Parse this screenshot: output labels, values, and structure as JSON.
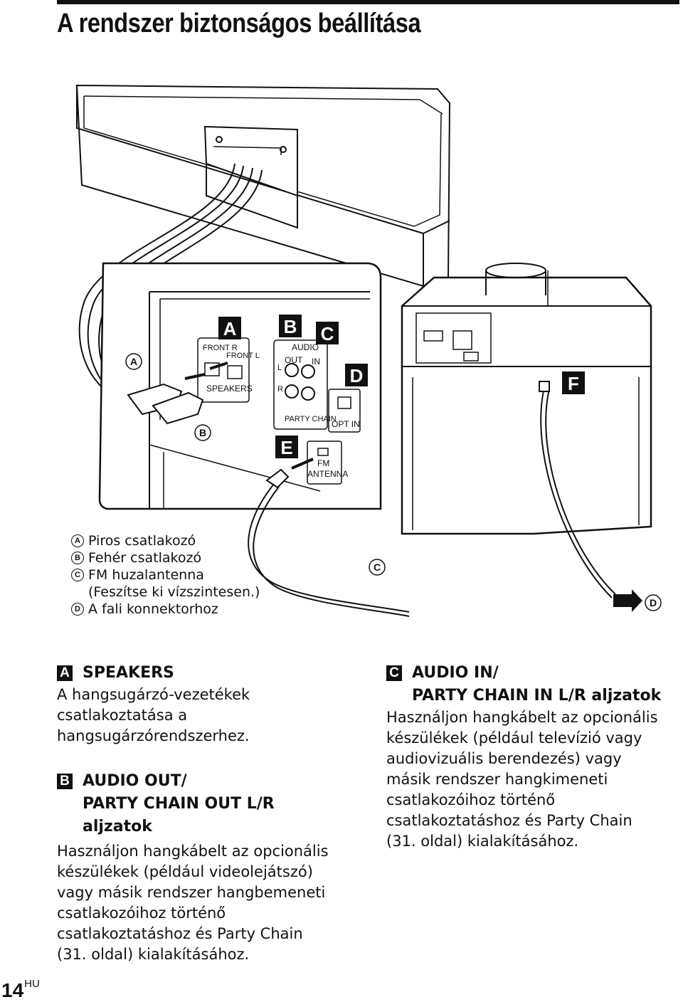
{
  "title": "A rendszer biztonságos beállítása",
  "diagram": {
    "callout_letters": [
      "A",
      "B",
      "C",
      "D",
      "E",
      "F"
    ],
    "circle_markers": [
      "A",
      "B",
      "C",
      "D"
    ],
    "panel_labels": {
      "front_r": "FRONT R",
      "front_l": "FRONT L",
      "speakers": "SPEAKERS",
      "audio": "AUDIO",
      "out": "OUT",
      "in": "IN",
      "l": "L",
      "r": "R",
      "party_chain": "PARTY CHAIN",
      "opt_in": "OPT IN",
      "fm": "FM",
      "antenna": "ANTENNA"
    }
  },
  "legend": [
    {
      "marker": "A",
      "text": "Piros csatlakozó"
    },
    {
      "marker": "B",
      "text": "Fehér csatlakozó"
    },
    {
      "marker": "C",
      "text": "FM huzalantenna"
    },
    {
      "marker": "",
      "text": "(Feszítse ki vízszintesen.)"
    },
    {
      "marker": "D",
      "text": "A fali konnektorhoz"
    }
  ],
  "sections": {
    "a": {
      "badge": "A",
      "heading": [
        "SPEAKERS"
      ],
      "body": [
        "A hangsugárzó-vezetékek",
        "csatlakoztatása a",
        "hangsugárzórendszerhez."
      ]
    },
    "b": {
      "badge": "B",
      "heading": [
        "AUDIO OUT/",
        "PARTY CHAIN OUT L/R",
        "aljzatok"
      ],
      "body": [
        "Használjon hangkábelt az opcionális",
        "készülékek (például videolejátszó)",
        "vagy másik rendszer hangbemeneti",
        "csatlakozóihoz történő",
        "csatlakoztatáshoz és Party Chain",
        "(31. oldal) kialakításához."
      ]
    },
    "c": {
      "badge": "C",
      "heading": [
        "AUDIO IN/",
        "PARTY CHAIN IN L/R aljzatok"
      ],
      "body": [
        "Használjon hangkábelt az opcionális",
        "készülékek (például televízió vagy",
        "audiovizuális berendezés) vagy",
        "másik rendszer hangkimeneti",
        "csatlakozóihoz történő",
        "csatlakoztatáshoz és Party Chain",
        "(31. oldal) kialakításához."
      ]
    }
  },
  "page": {
    "number": "14",
    "lang": "HU"
  }
}
